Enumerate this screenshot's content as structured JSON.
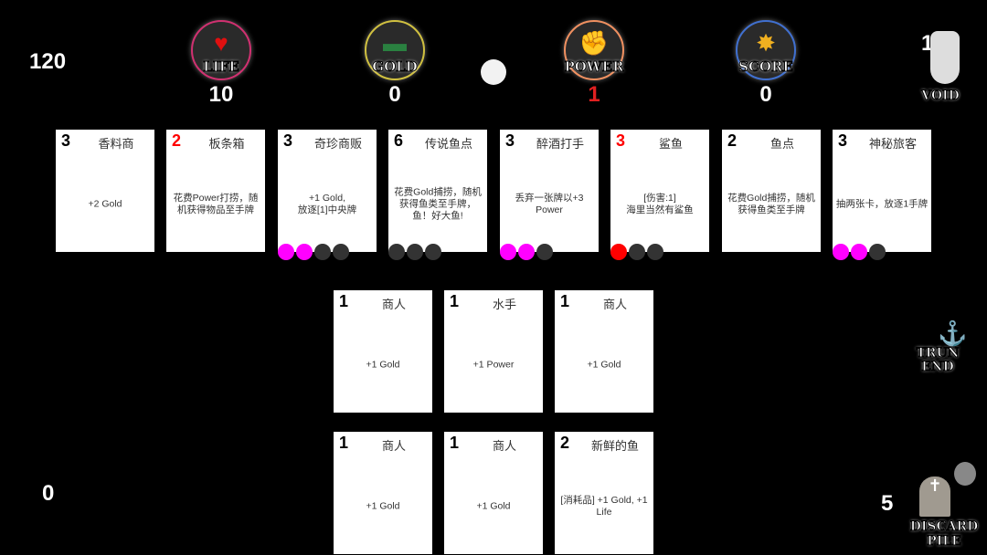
{
  "hud": {
    "turn_counter": "120",
    "left_bottom_counter": "0",
    "stats": [
      {
        "label": "LIFE",
        "value": "10",
        "value_color": "#ffffff",
        "icon": "heart-icon",
        "ring": "#d03070"
      },
      {
        "label": "GOLD",
        "value": "0",
        "value_color": "#ffffff",
        "icon": "money-icon",
        "ring": "#d0c040"
      },
      {
        "label": "POWER",
        "value": "1",
        "value_color": "#e02020",
        "icon": "fist-icon",
        "ring": "#f09060"
      },
      {
        "label": "SCORE",
        "value": "0",
        "value_color": "#ffffff",
        "icon": "star-burst-icon",
        "ring": "#4070d0"
      }
    ],
    "void": {
      "label": "VOID",
      "count": "1"
    },
    "turn_end": {
      "label_line1": "TRUN",
      "label_line2": "END"
    },
    "discard": {
      "label_line1": "DISCARD",
      "label_line2": "PILE",
      "count": "5"
    }
  },
  "colors": {
    "filled_dot": "#ff00ff",
    "damage_dot": "#ff0000",
    "empty_dot": "#333333",
    "red_cost": "#ff0000"
  },
  "market_cards": [
    {
      "cost": "3",
      "cost_red": false,
      "name": "香料商",
      "desc": "+2 Gold",
      "dots": []
    },
    {
      "cost": "2",
      "cost_red": true,
      "name": "板条箱",
      "desc": "花费Power打捞，随机获得物品至手牌",
      "dots": []
    },
    {
      "cost": "3",
      "cost_red": false,
      "name": "奇珍商贩",
      "desc": "+1 Gold,\n放逐[1]中央牌",
      "dots": [
        "filled",
        "filled",
        "empty",
        "empty"
      ]
    },
    {
      "cost": "6",
      "cost_red": false,
      "name": "传说鱼点",
      "desc": "花费Gold捕捞，随机获得鱼类至手牌，鱼！好大鱼!",
      "dots": [
        "empty",
        "empty",
        "empty"
      ]
    },
    {
      "cost": "3",
      "cost_red": false,
      "name": "醉酒打手",
      "desc": "丢弃一张牌以+3 Power",
      "dots": [
        "filled",
        "filled",
        "empty"
      ]
    },
    {
      "cost": "3",
      "cost_red": true,
      "name": "鲨鱼",
      "desc": "[伤害:1]\n海里当然有鲨鱼",
      "dots": [
        "damage",
        "empty",
        "empty"
      ]
    },
    {
      "cost": "2",
      "cost_red": false,
      "name": "鱼点",
      "desc": "花费Gold捕捞，随机获得鱼类至手牌",
      "dots": []
    },
    {
      "cost": "3",
      "cost_red": false,
      "name": "神秘旅客",
      "desc": "抽两张卡，放逐1手牌",
      "dots": [
        "filled",
        "filled",
        "empty"
      ]
    }
  ],
  "played_cards": [
    {
      "cost": "1",
      "name": "商人",
      "desc": "+1 Gold"
    },
    {
      "cost": "1",
      "name": "水手",
      "desc": "+1 Power"
    },
    {
      "cost": "1",
      "name": "商人",
      "desc": "+1 Gold"
    }
  ],
  "hand_cards": [
    {
      "cost": "1",
      "name": "商人",
      "desc": "+1 Gold"
    },
    {
      "cost": "1",
      "name": "商人",
      "desc": "+1 Gold"
    },
    {
      "cost": "2",
      "name": "新鲜的鱼",
      "desc": "[消耗品] +1 Gold, +1 Life"
    }
  ]
}
